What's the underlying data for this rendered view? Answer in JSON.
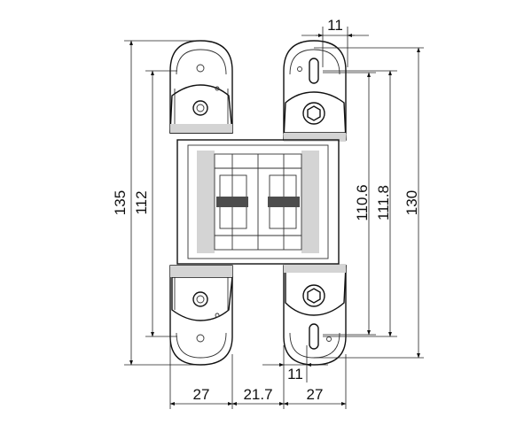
{
  "dimensions": {
    "top_offset": "11",
    "overall_height": "135",
    "body_height": "112",
    "right_dim_1": "110.6",
    "right_dim_2": "111.8",
    "right_dim_3": "130",
    "bottom_offset": "11",
    "width_left": "27",
    "width_middle": "21.7",
    "width_right": "27"
  }
}
